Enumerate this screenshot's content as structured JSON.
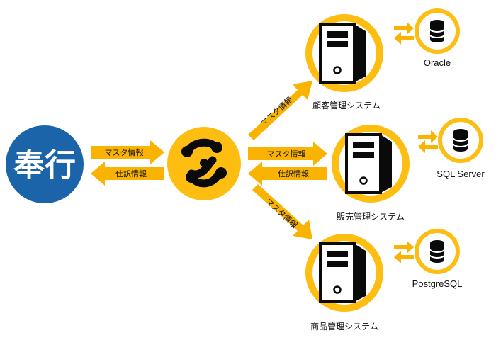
{
  "source": {
    "logo_text": "奉行",
    "to_hub_label": "マスタ情報",
    "from_hub_label": "仕訳情報"
  },
  "systems": [
    {
      "name": "顧客管理システム",
      "arrow_label": "マスタ情報",
      "return_label": "",
      "db": "Oracle"
    },
    {
      "name": "販売管理システム",
      "arrow_label": "マスタ情報",
      "return_label": "仕訳情報",
      "db": "SQL Server"
    },
    {
      "name": "商品管理システム",
      "arrow_label": "マスタ情報",
      "return_label": "",
      "db": "PostgreSQL"
    }
  ],
  "colors": {
    "accent": "#FDBE11",
    "arrow": "#F9B300",
    "brand_blue": "#1C64A9",
    "server_black": "#0A0A0A"
  },
  "icons": {
    "hub": "hub-network-icon",
    "server": "server-tower-icon",
    "database": "database-icon"
  }
}
